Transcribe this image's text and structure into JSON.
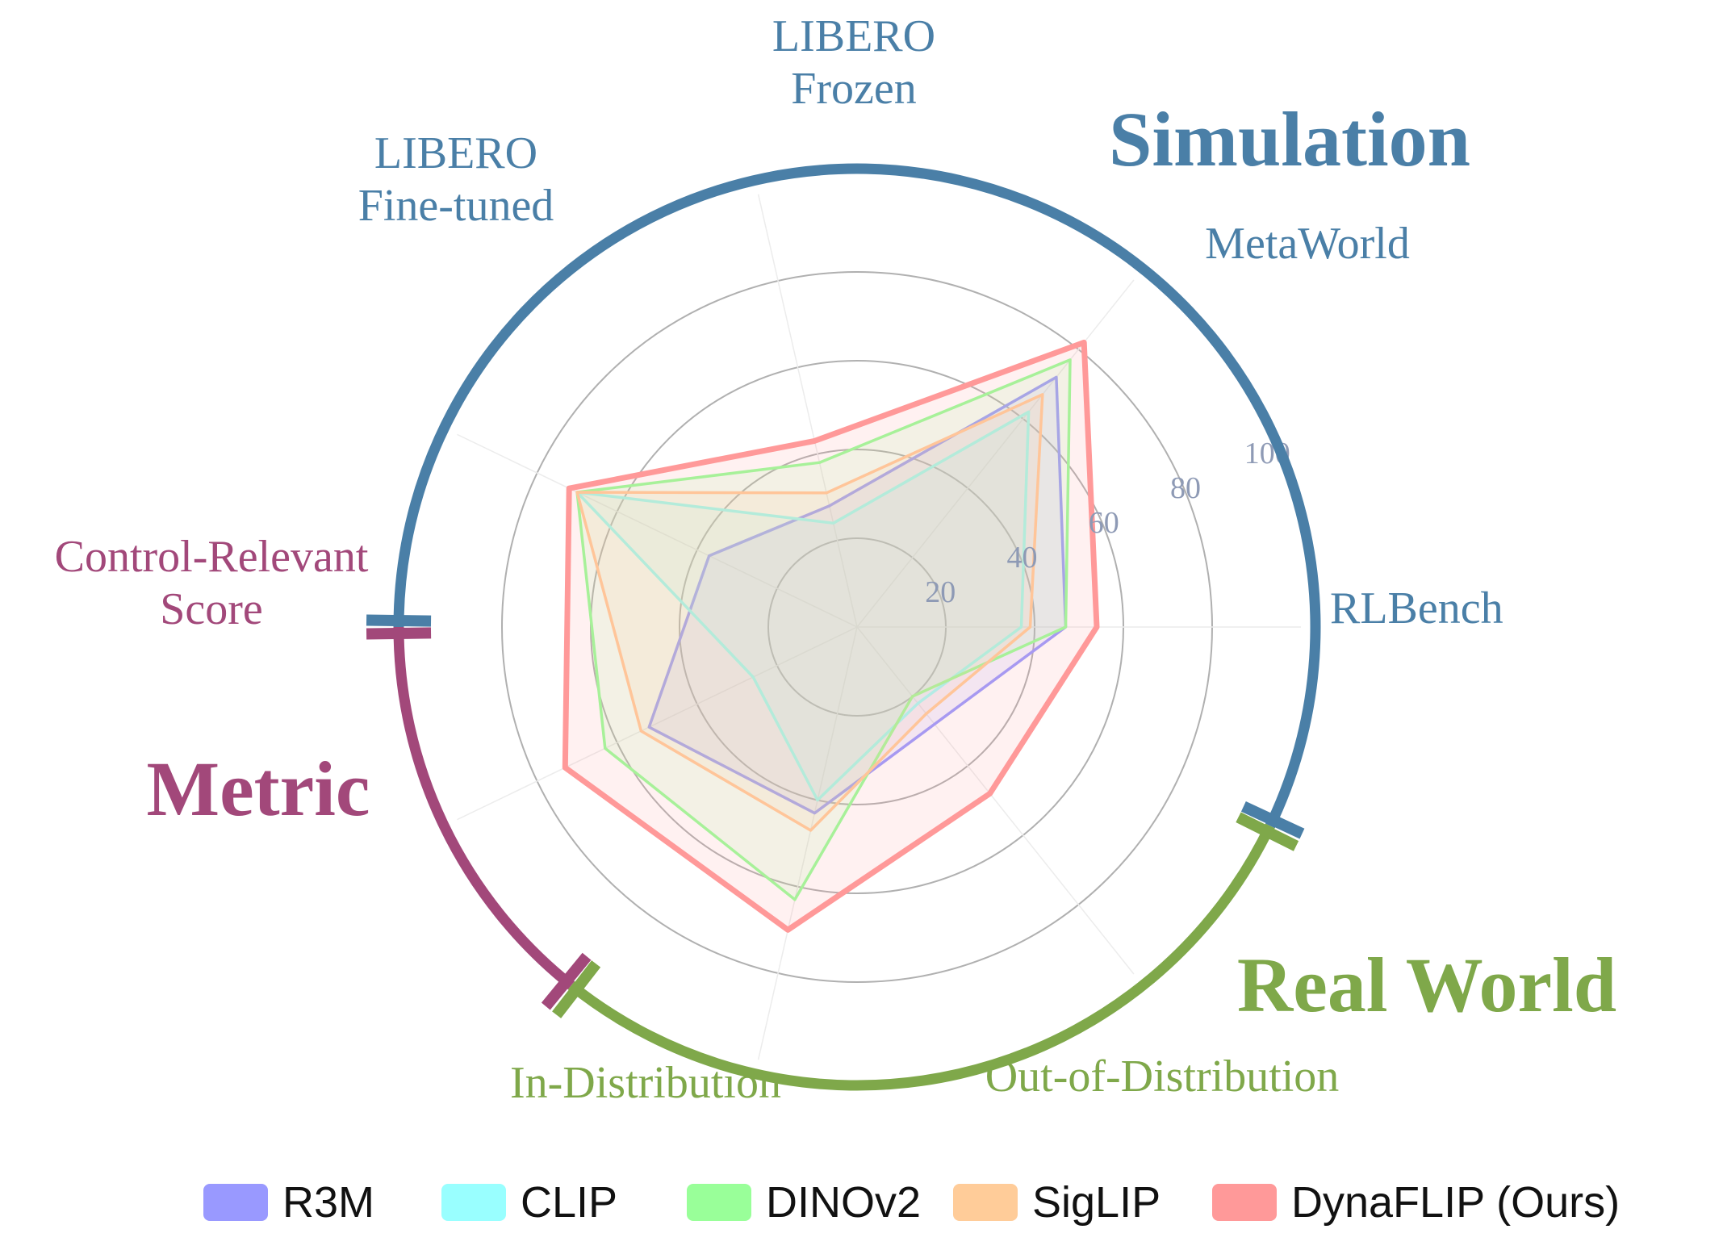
{
  "chart_data": {
    "type": "radar",
    "axes": [
      {
        "label_lines": [
          "RLBench"
        ],
        "group": "Simulation"
      },
      {
        "label_lines": [
          "MetaWorld"
        ],
        "group": "Simulation"
      },
      {
        "label_lines": [
          "LIBERO",
          "Frozen"
        ],
        "group": "Simulation"
      },
      {
        "label_lines": [
          "LIBERO",
          "Fine-tuned"
        ],
        "group": "Simulation"
      },
      {
        "label_lines": [
          "Control-Relevant",
          "Score"
        ],
        "group": "Metric"
      },
      {
        "label_lines": [
          "In-Distribution"
        ],
        "group": "Real World"
      },
      {
        "label_lines": [
          "Out-of-Distribution"
        ],
        "group": "Real World"
      }
    ],
    "radial_range": [
      0,
      100
    ],
    "radial_ticks": [
      20,
      40,
      60,
      80,
      100
    ],
    "series": [
      {
        "name": "R3M",
        "color": "#9999ff",
        "values": [
          47,
          72,
          28,
          37,
          52,
          43,
          28
        ]
      },
      {
        "name": "CLIP",
        "color": "#99ffff",
        "values": [
          37,
          62,
          24,
          70,
          26,
          40,
          22
        ]
      },
      {
        "name": "DINOv2",
        "color": "#99ff99",
        "values": [
          47,
          77,
          38,
          70,
          63,
          63,
          20
        ]
      },
      {
        "name": "SigLIP",
        "color": "#ffcc99",
        "values": [
          39,
          67,
          31,
          70,
          54,
          47,
          25
        ]
      },
      {
        "name": "DynaFLIP (Ours)",
        "color": "#ff9999",
        "values": [
          54,
          82,
          43,
          72,
          73,
          70,
          48
        ]
      }
    ],
    "groups": [
      {
        "name": "Simulation",
        "color": "#4a7fa7"
      },
      {
        "name": "Metric",
        "color": "#a2487a"
      },
      {
        "name": "Real World",
        "color": "#7fa84a"
      }
    ],
    "legend_position": "bottom"
  }
}
